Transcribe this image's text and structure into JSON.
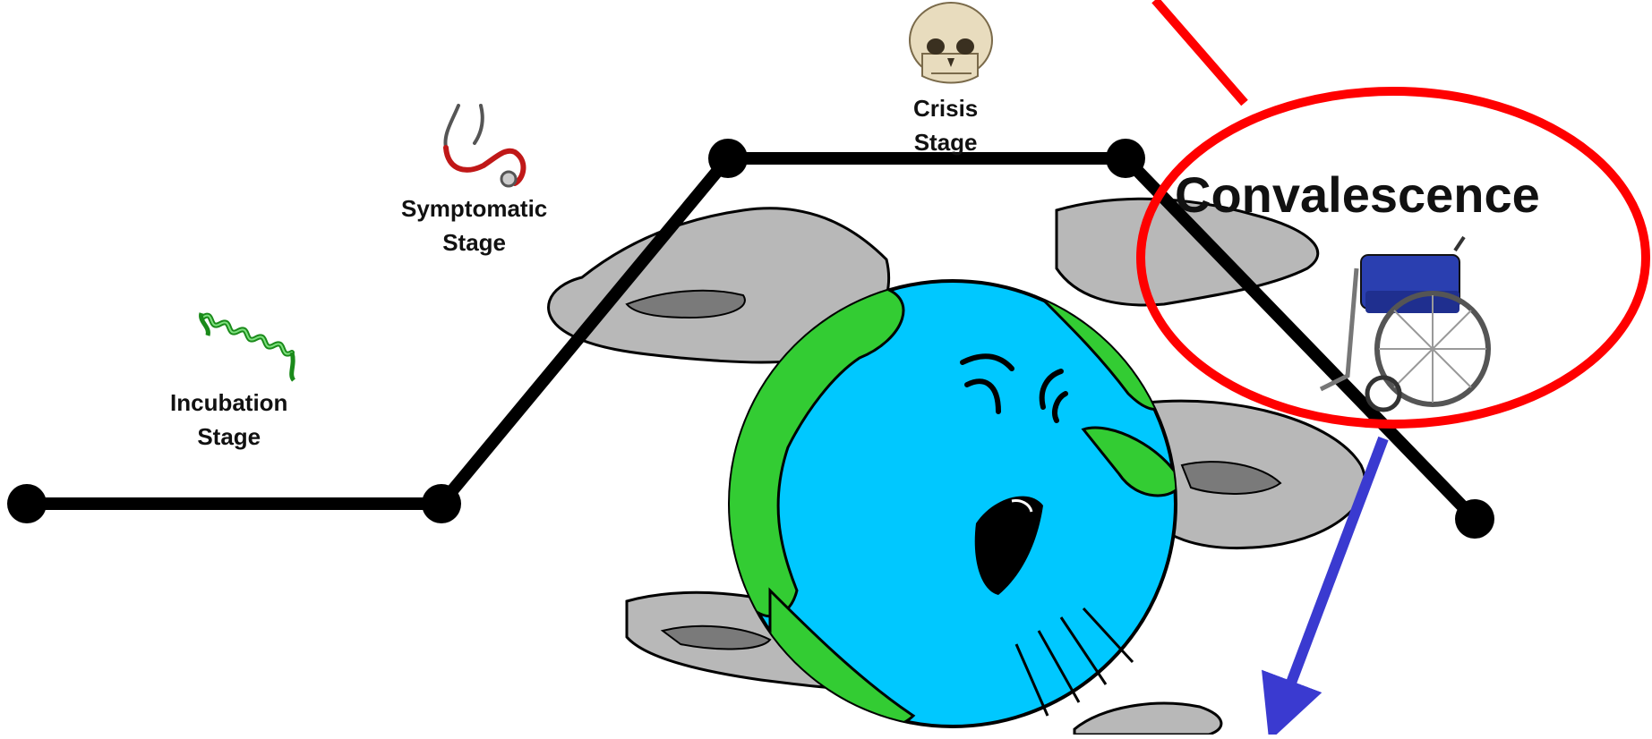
{
  "stages": [
    {
      "id": "incubation",
      "line1": "Incubation",
      "line2": "Stage",
      "icon": "bacterium-icon"
    },
    {
      "id": "symptomatic",
      "line1": "Symptomatic",
      "line2": "Stage",
      "icon": "stethoscope-icon"
    },
    {
      "id": "crisis",
      "line1": "Crisis",
      "line2": "Stage",
      "icon": "skull-icon"
    }
  ],
  "highlight": {
    "label": "Convalescence",
    "icon": "wheelchair-icon",
    "ring_color": "#ff0000"
  },
  "arrow_color": "#3a3ad0",
  "colors": {
    "ocean": "#00c8ff",
    "land": "#33cc33",
    "smog": "#b8b8b8",
    "path": "#000000"
  }
}
